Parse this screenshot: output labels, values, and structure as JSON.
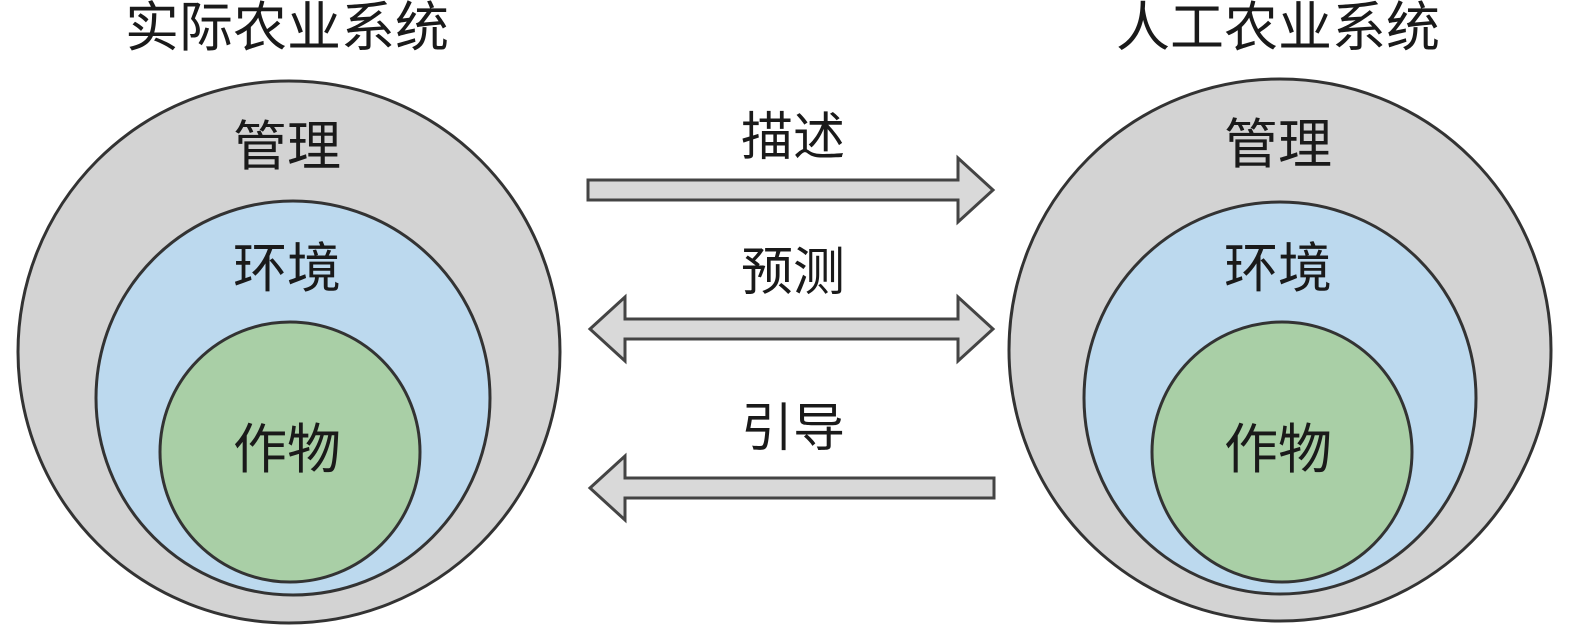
{
  "left_system": {
    "title": "实际农业系统",
    "outer_label": "管理",
    "middle_label": "环境",
    "inner_label": "作物"
  },
  "right_system": {
    "title": "人工农业系统",
    "outer_label": "管理",
    "middle_label": "环境",
    "inner_label": "作物"
  },
  "arrows": [
    {
      "label": "描述",
      "direction": "right"
    },
    {
      "label": "预测",
      "direction": "both"
    },
    {
      "label": "引导",
      "direction": "left"
    }
  ],
  "colors": {
    "outer_fill": "#d3d3d3",
    "middle_fill": "#bcd9ee",
    "inner_fill": "#a9cfa6",
    "arrow_fill": "#d9d9d9",
    "stroke": "#333333"
  }
}
